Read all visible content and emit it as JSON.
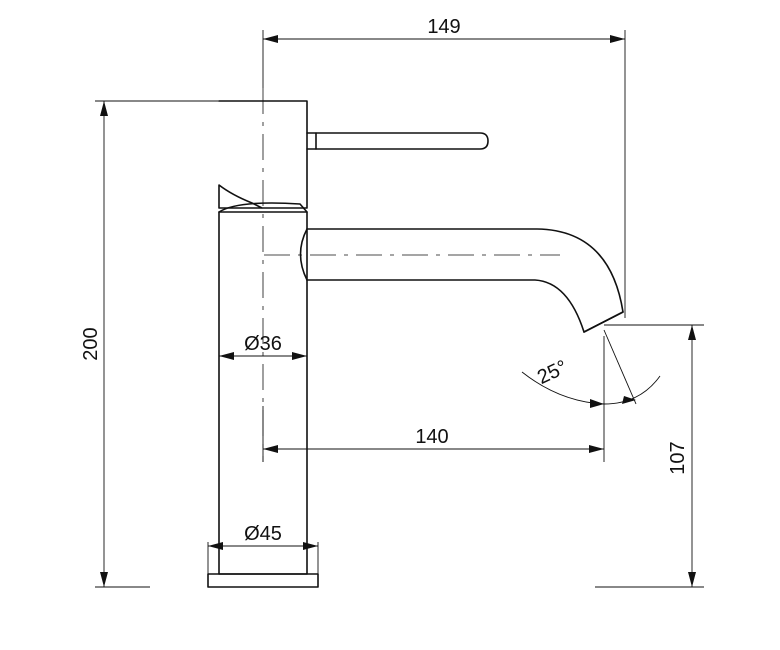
{
  "drawing": {
    "dimensions": {
      "overall_reach": "149",
      "total_height": "200",
      "body_diameter": "Ø36",
      "spout_projection": "140",
      "base_diameter": "Ø45",
      "outlet_height": "107",
      "spout_angle": "25°"
    }
  }
}
